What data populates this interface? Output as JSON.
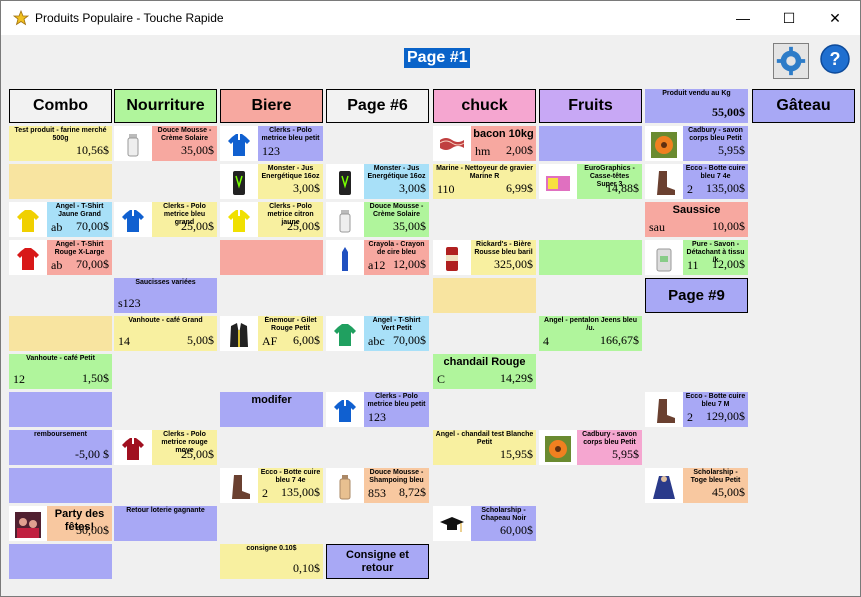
{
  "window": {
    "title": "Produits Populaire - Touche Rapide",
    "minimize": "—",
    "maximize": "☐",
    "close": "✕"
  },
  "page_label": "Page #1",
  "headers": [
    {
      "label": "Combo",
      "color": "#f2f2f2"
    },
    {
      "label": "Nourriture",
      "color": "#b0f59c"
    },
    {
      "label": "Biere",
      "color": "#f7a8a0"
    },
    {
      "label": "Page #6",
      "color": "#f2f2f2"
    },
    {
      "label": "chuck",
      "color": "#f5a6d0"
    },
    {
      "label": "Fruits",
      "color": "#c8a8f5"
    },
    {
      "label": "Produit vendu au Kg",
      "price": "55,00$",
      "color": "#a8a8f5"
    },
    {
      "label": "Gâteau",
      "color": "#a8a8f5"
    }
  ],
  "cells": [
    {
      "col": 0,
      "row": 0,
      "title": "Test produit - farine merché 500g",
      "price": "10,56$",
      "color": "#f8f0a0"
    },
    {
      "col": 0,
      "row": 1,
      "color": "#f8e4a0"
    },
    {
      "col": 0,
      "row": 2,
      "title": "Angel - T-Shirt Jaune Grand",
      "code": "ab",
      "price": "70,00$",
      "color": "#a8e0f8",
      "icon": "yellow-shirt-icon"
    },
    {
      "col": 0,
      "row": 3,
      "title": "Angel - T-Shirt Rouge X-Large",
      "code": "ab",
      "price": "70,00$",
      "color": "#f7a8a0",
      "icon": "red-shirt-icon"
    },
    {
      "col": 0,
      "row": 5,
      "color": "#f8e4a0"
    },
    {
      "col": 0,
      "row": 6,
      "title": "Vanhoute - café Petit",
      "code": "12",
      "price": "1,50$",
      "color": "#b0f59c"
    },
    {
      "col": 0,
      "row": 7,
      "color": "#a8a8f5"
    },
    {
      "col": 0,
      "row": 8,
      "title": "remboursement",
      "price": "-5,00 $",
      "color": "#a8a8f5"
    },
    {
      "col": 0,
      "row": 9,
      "color": "#a8a8f5"
    },
    {
      "col": 0,
      "row": 10,
      "title": "Party des fêtes!",
      "price": "50,00$",
      "color": "#f8c8a0",
      "icon": "party-photo-icon",
      "big": true
    },
    {
      "col": 0,
      "row": 11,
      "color": "#a8a8f5"
    },
    {
      "col": 1,
      "row": 0,
      "title": "Douce Mousse - Crème Solaire",
      "price": "35,00$",
      "color": "#f7a8a0",
      "icon": "lotion-bottle-icon"
    },
    {
      "col": 1,
      "row": 2,
      "title": "Clerks - Polo metrice bleu grand",
      "price": "25,00$",
      "color": "#f8f0a0",
      "icon": "blue-polo-icon"
    },
    {
      "col": 1,
      "row": 4,
      "title": "Saucisses variées",
      "code": "s123",
      "color": "#a8a8f5"
    },
    {
      "col": 1,
      "row": 5,
      "title": "Vanhoute - café Grand",
      "code": "14",
      "price": "5,00$",
      "color": "#f8f0a0"
    },
    {
      "col": 1,
      "row": 8,
      "title": "Clerks - Polo metrice rouge moye",
      "price": "25,00$",
      "color": "#f8f0a0",
      "icon": "red-polo-icon"
    },
    {
      "col": 1,
      "row": 10,
      "title": "Retour loterie gagnante",
      "color": "#a8a8f5"
    },
    {
      "col": 2,
      "row": 0,
      "title": "Clerks - Polo metrice bleu petit",
      "code": "123",
      "color": "#a8a8f5",
      "icon": "blue-polo-icon"
    },
    {
      "col": 2,
      "row": 1,
      "title": "Monster - Jus Energétique 16oz",
      "price": "3,00$",
      "color": "#f8f0a0",
      "icon": "energy-can-icon"
    },
    {
      "col": 2,
      "row": 2,
      "title": "Clerks - Polo metrice citron jaune",
      "price": "25,00$",
      "color": "#f8f0a0",
      "icon": "yellow-polo-icon"
    },
    {
      "col": 2,
      "row": 3,
      "color": "#f7a8a0"
    },
    {
      "col": 2,
      "row": 5,
      "title": "Énemour - Gilet Rouge Petit",
      "code": "AF",
      "price": "6,00$",
      "color": "#f8f0a0",
      "icon": "jacket-icon"
    },
    {
      "col": 2,
      "row": 7,
      "title": "modifer",
      "color": "#a8a8f5",
      "big": true
    },
    {
      "col": 2,
      "row": 9,
      "title": "Ecco - Botte cuire bleu 7 4e",
      "code": "2",
      "price": "135,00$",
      "color": "#f8f0a0",
      "icon": "boot-icon"
    },
    {
      "col": 2,
      "row": 11,
      "title": "consigne 0.10$",
      "price": "0,10$",
      "color": "#f8f0a0"
    },
    {
      "col": 3,
      "row": 1,
      "title": "Monster - Jus Energétique 16oz",
      "price": "3,00$",
      "color": "#a8e0f8",
      "icon": "energy-can-icon"
    },
    {
      "col": 3,
      "row": 2,
      "title": "Douce Mousse - Crème Solaire",
      "price": "35,00$",
      "color": "#b0f59c",
      "icon": "lotion-bottle-icon"
    },
    {
      "col": 3,
      "row": 3,
      "title": "Crayola - Crayon de cire bleu",
      "code": "a12",
      "price": "12,00$",
      "color": "#f7a8a0",
      "icon": "crayon-icon"
    },
    {
      "col": 3,
      "row": 5,
      "title": "Angel - T-Shirt Vert Petit",
      "code": "abc",
      "price": "70,00$",
      "color": "#a8e0f8",
      "icon": "green-shirt-icon"
    },
    {
      "col": 3,
      "row": 7,
      "title": "Clerks - Polo metrice bleu petit",
      "code": "123",
      "color": "#a8a8f5",
      "icon": "blue-polo-icon"
    },
    {
      "col": 3,
      "row": 9,
      "title": "Douce Mousse - Shampoing bleu",
      "code": "853",
      "price": "8,72$",
      "color": "#f8c8a0",
      "icon": "shampoo-bottle-icon"
    },
    {
      "col": 3,
      "row": 11,
      "title": "Consigne et retour",
      "color": "#a8a8f5",
      "big": true,
      "bordered": true
    },
    {
      "col": 4,
      "row": 0,
      "title": "bacon 10kg",
      "code": "hm",
      "price": "2,00$",
      "color": "#f7a8a0",
      "icon": "bacon-icon",
      "big": true
    },
    {
      "col": 4,
      "row": 1,
      "title": "Marine - Nettoyeur de gravier Marine R",
      "code": "110",
      "price": "6,99$",
      "color": "#f8f0a0"
    },
    {
      "col": 4,
      "row": 3,
      "title": "Rickard's - Bière Rousse bleu baril",
      "price": "325,00$",
      "color": "#f8f0a0",
      "icon": "beer-can-icon"
    },
    {
      "col": 4,
      "row": 4,
      "color": "#f8e4a0"
    },
    {
      "col": 4,
      "row": 6,
      "title": "chandail Rouge",
      "code": "C",
      "price": "14,29$",
      "color": "#b0f59c",
      "big": true
    },
    {
      "col": 4,
      "row": 8,
      "title": "Angel - chandail test Blanche Petit",
      "price": "15,95$",
      "color": "#f8f0a0"
    },
    {
      "col": 4,
      "row": 10,
      "title": "Scholarship - Chapeau Noir",
      "price": "60,00$",
      "color": "#a8a8f5",
      "icon": "grad-cap-icon"
    },
    {
      "col": 5,
      "row": 0,
      "color": "#a8a8f5"
    },
    {
      "col": 5,
      "row": 1,
      "title": "EuroGraphics - Casse-têtes Super 3",
      "price": "14,88$",
      "color": "#b0f59c",
      "icon": "puzzle-box-icon"
    },
    {
      "col": 5,
      "row": 3,
      "color": "#b0f59c"
    },
    {
      "col": 5,
      "row": 5,
      "title": "Angel - pentalon Jeens bleu /u.",
      "code": "4",
      "price": "166,67$",
      "color": "#b0f59c"
    },
    {
      "col": 5,
      "row": 8,
      "title": "Cadbury - savon corps bleu Petit",
      "price": "5,95$",
      "color": "#f5a6d0",
      "icon": "flower-photo-icon"
    },
    {
      "col": 6,
      "row": 0,
      "title": "Cadbury - savon corps bleu Petit",
      "price": "5,95$",
      "color": "#a8a8f5",
      "icon": "flower-photo-icon"
    },
    {
      "col": 6,
      "row": 1,
      "title": "Ecco - Botte cuire bleu 7 4e",
      "code": "2",
      "price": "135,00$",
      "color": "#a8a8f5",
      "icon": "boot-icon"
    },
    {
      "col": 6,
      "row": 2,
      "title": "Saussice",
      "code": "sau",
      "price": "10,00$",
      "color": "#f7a8a0",
      "big": true
    },
    {
      "col": 6,
      "row": 3,
      "title": "Pure - Savon - Détachant à tissu /k",
      "code": "11",
      "price": "12,00$",
      "color": "#b0f59c",
      "icon": "soap-bag-icon"
    },
    {
      "col": 6,
      "row": 4,
      "title": "Page #9",
      "color": "#a8a8f5",
      "big": true,
      "bordered": true,
      "nav": true
    },
    {
      "col": 6,
      "row": 7,
      "title": "Ecco - Botte cuire bleu 7 M",
      "code": "2",
      "price": "129,00$",
      "color": "#a8a8f5",
      "icon": "boot-icon"
    },
    {
      "col": 6,
      "row": 9,
      "title": "Scholarship - Toge bleu Petit",
      "price": "45,00$",
      "color": "#f8c8a0",
      "icon": "grad-gown-icon"
    }
  ]
}
